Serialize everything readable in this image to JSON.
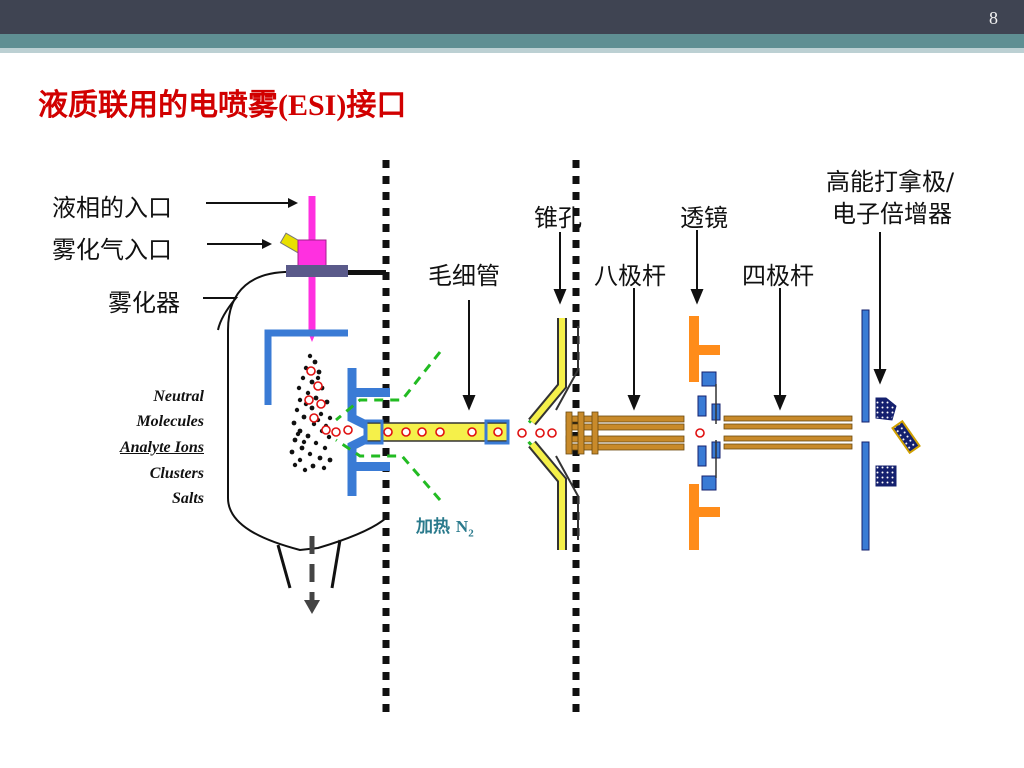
{
  "slide": {
    "page_number": "8",
    "title_prefix": "液质联用的电喷雾",
    "title_esi": "(ESI)",
    "title_suffix": "接口"
  },
  "labels": {
    "liquid_inlet": "液相的入口",
    "nebulizer_gas_inlet": "雾化气入口",
    "nebulizer": "雾化器",
    "capillary": "毛细管",
    "skimmer": "锥孔",
    "octopole": "八极杆",
    "lens": "透镜",
    "quadrupole": "四极杆",
    "detector_line1": "高能打拿极/",
    "detector_line2": "电子倍增器",
    "heated_gas_prefix": "加热 ",
    "heated_gas_n": "N",
    "heated_gas_sub": "2"
  },
  "legend": {
    "neutral": "Neutral",
    "molecules": "Molecules",
    "analyte_ions": "Analyte Ions",
    "clusters": "Clusters",
    "salts": "Salts"
  },
  "colors": {
    "title": "#d10000",
    "capillary": "#f5f04a",
    "octopole": "#c88a2a",
    "lens": "#ff8c1a",
    "electrodes": "#3a7bd5",
    "needle": "#ff30e0",
    "gas_flow": "#22bb22"
  }
}
